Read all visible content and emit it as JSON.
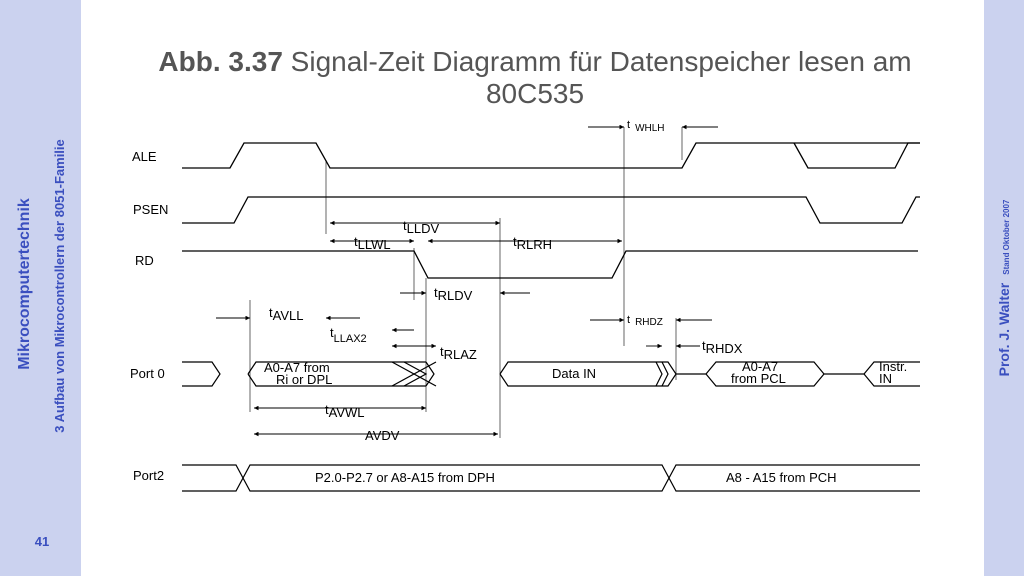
{
  "sidebar": {
    "course": "Mikrocomputertechnik",
    "chapter": "3 Aufbau von Mikrocontrollern der 8051-Familie",
    "page": "41"
  },
  "right_sidebar": {
    "author": "Prof. J. Walter",
    "stand": "Stand Oktober 2007"
  },
  "figure": {
    "label": "Abb. 3.37",
    "title": "Signal-Zeit Diagramm für Datenspeicher lesen am 80C535"
  },
  "diagram": {
    "signals": [
      "ALE",
      "PSEN",
      "RD",
      "Port 0",
      "Port2"
    ],
    "timings": {
      "whlh": {
        "t": "t",
        "sub": "WHLH"
      },
      "lldv": {
        "t": "t",
        "sub": "LLDV"
      },
      "llwl": {
        "t": "t",
        "sub": "LLWL"
      },
      "rlrh": {
        "t": "t",
        "sub": "RLRH"
      },
      "rldv": {
        "t": "t",
        "sub": "RLDV"
      },
      "avll": {
        "t": "t",
        "sub": "AVLL"
      },
      "llax2": {
        "t": "t",
        "sub": "LLAX2"
      },
      "rlaz": {
        "t": "t",
        "sub": "RLAZ"
      },
      "rhdz": {
        "t": "t",
        "sub": "RHDZ"
      },
      "rhdx": {
        "t": "t",
        "sub": "RHDX"
      },
      "avwl": {
        "t": "t",
        "sub": "AVWL"
      },
      "avdv": "AVDV"
    },
    "port0": {
      "addr_line1": "A0-A7 from",
      "addr_line2": "Ri or DPL",
      "data": "Data IN",
      "pcl_line1": "A0-A7",
      "pcl_line2": "from PCL",
      "instr_line1": "Instr.",
      "instr_line2": "IN"
    },
    "port2": {
      "dph": "P2.0-P2.7 or A8-A15 from DPH",
      "pch": "A8 - A15 from PCH"
    }
  }
}
